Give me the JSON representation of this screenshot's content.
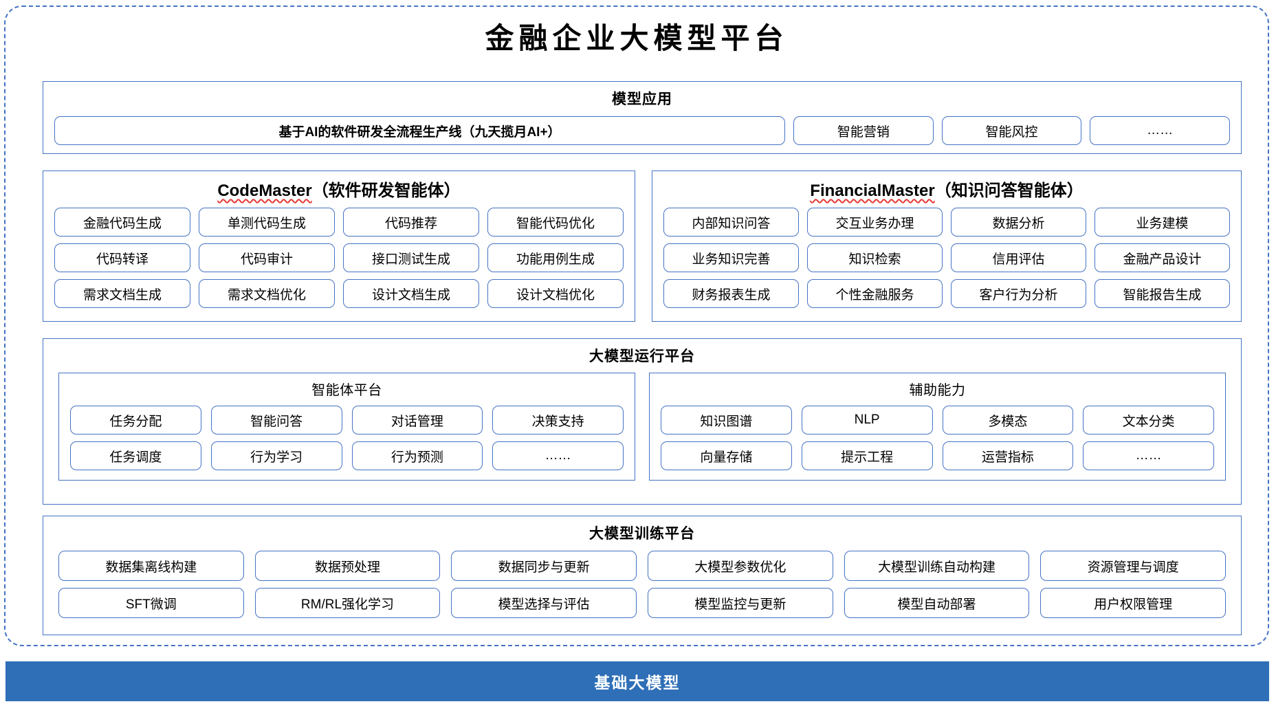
{
  "title": "金融企业大模型平台",
  "application_layer": {
    "title": "模型应用",
    "primary_item": "基于AI的软件研发全流程生产线（九天揽月AI+）",
    "items": [
      "智能营销",
      "智能风控",
      "……"
    ]
  },
  "agents": [
    {
      "name_en": "CodeMaster",
      "name_cn": "（软件研发智能体）",
      "misspelled": true,
      "items": [
        "金融代码生成",
        "单测代码生成",
        "代码推荐",
        "智能代码优化",
        "代码转译",
        "代码审计",
        "接口测试生成",
        "功能用例生成",
        "需求文档生成",
        "需求文档优化",
        "设计文档生成",
        "设计文档优化"
      ]
    },
    {
      "name_en": "FinancialMaster",
      "name_cn": "（知识问答智能体）",
      "misspelled": true,
      "items": [
        "内部知识问答",
        "交互业务办理",
        "数据分析",
        "业务建模",
        "业务知识完善",
        "知识检索",
        "信用评估",
        "金融产品设计",
        "财务报表生成",
        "个性金融服务",
        "客户行为分析",
        "智能报告生成"
      ]
    }
  ],
  "runtime_layer": {
    "title": "大模型运行平台",
    "groups": [
      {
        "title": "智能体平台",
        "items": [
          "任务分配",
          "智能问答",
          "对话管理",
          "决策支持",
          "任务调度",
          "行为学习",
          "行为预测",
          "……"
        ]
      },
      {
        "title": "辅助能力",
        "items": [
          "知识图谱",
          "NLP",
          "多模态",
          "文本分类",
          "向量存储",
          "提示工程",
          "运营指标",
          "……"
        ]
      }
    ]
  },
  "training_layer": {
    "title": "大模型训练平台",
    "items": [
      "数据集离线构建",
      "数据预处理",
      "数据同步与更新",
      "大模型参数优化",
      "大模型训练自动构建",
      "资源管理与调度",
      "SFT微调",
      "RM/RL强化学习",
      "模型选择与评估",
      "模型监控与更新",
      "模型自动部署",
      "用户权限管理"
    ]
  },
  "foundation_bar": {
    "label": "基础大模型",
    "color": "#2E6FB7"
  },
  "colors": {
    "border_blue": "#4472C4",
    "bar_blue": "#2E6FB7",
    "spellcheck_red": "#E53935"
  }
}
